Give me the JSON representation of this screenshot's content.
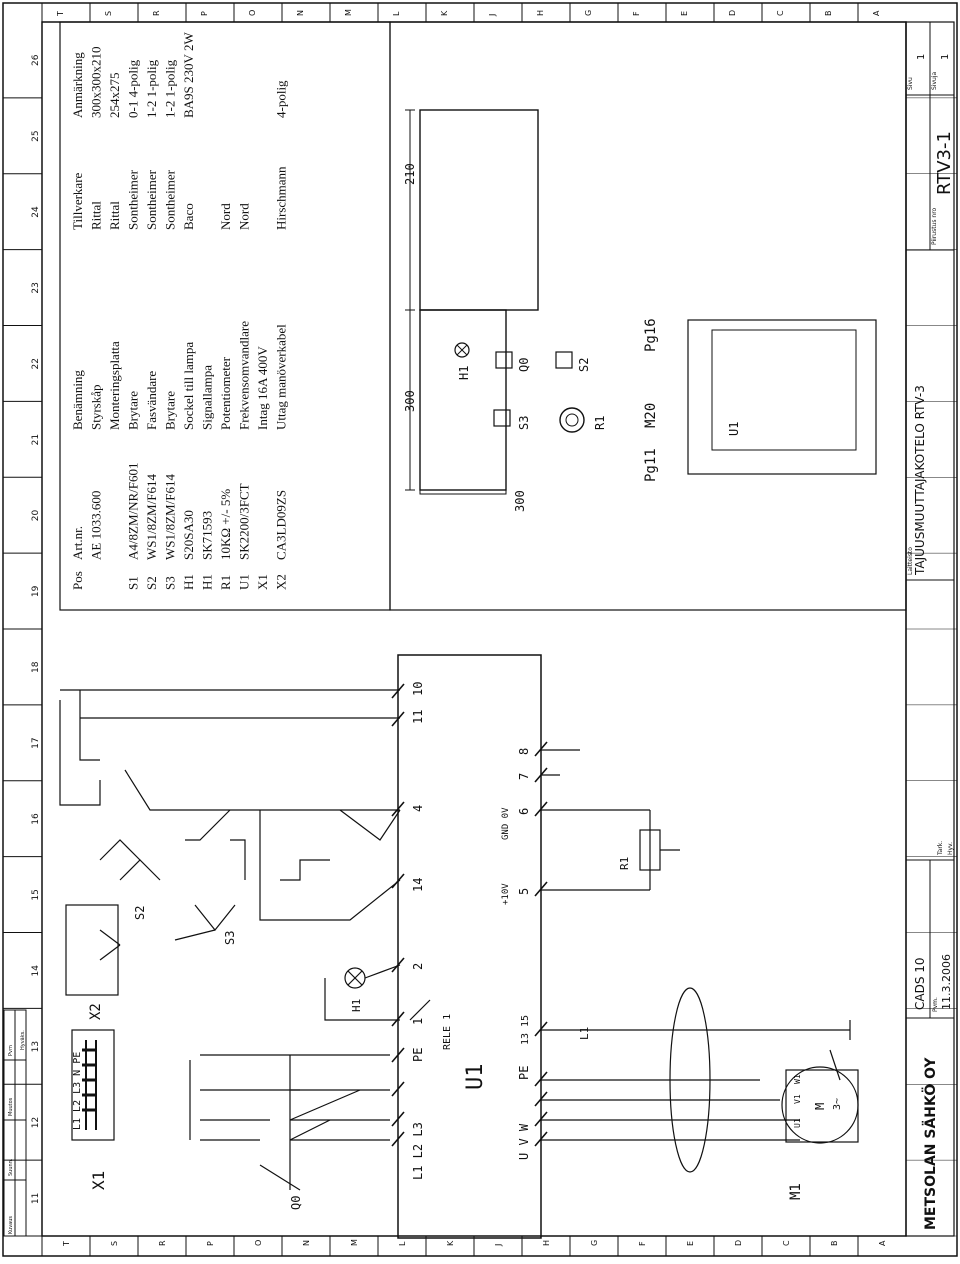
{
  "title_block": {
    "company": "METSOLAN SÄHKÖ OY",
    "software": "CADS 10",
    "date_label": "Pvm.",
    "date": "11.3.2006",
    "project_label": "Laitteisto",
    "project": "TAJUUSMUUTTAJAKOTELO RTV-3",
    "drawing_no_label": "Piirustus nro",
    "drawing_no": "RTV3-1",
    "sheet_label": "Sivu",
    "sheet_value": "1",
    "sheets_label": "Sivuja",
    "sheets_value": "1",
    "small_labels": [
      "Tark.",
      "Hyv.",
      "Kuvaus",
      "Suunn.",
      "Muutos",
      "Pvm",
      "Hyväks."
    ]
  },
  "border": {
    "columns": [
      "11",
      "12",
      "13",
      "14",
      "15",
      "16",
      "17",
      "18",
      "19",
      "20",
      "21",
      "22",
      "23",
      "24",
      "25",
      "26"
    ],
    "rows": [
      "T",
      "S",
      "R",
      "P",
      "O",
      "N",
      "M",
      "L",
      "K",
      "J",
      "H",
      "G",
      "F",
      "E",
      "D",
      "C",
      "B",
      "A"
    ]
  },
  "parts_list": {
    "headers": [
      "Pos",
      "Art.nr.",
      "Benämning",
      "Tillverkare",
      "Anmärkning"
    ],
    "rows": [
      {
        "pos": "",
        "art": "AE 1033.600",
        "name": "Styrskåp",
        "maker": "Rittal",
        "note": "300x300x210"
      },
      {
        "pos": "",
        "art": "",
        "name": "Monteringsplatta",
        "maker": "Rittal",
        "note": "254x275"
      },
      {
        "pos": "S1",
        "art": "A4/8ZM/NR/F601",
        "name": "Brytare",
        "maker": "Sontheimer",
        "note": "0-1 4-polig"
      },
      {
        "pos": "S2",
        "art": "WS1/8ZM/F614",
        "name": "Fasvändare",
        "maker": "Sontheimer",
        "note": "1-2 1-polig"
      },
      {
        "pos": "S3",
        "art": "WS1/8ZM/F614",
        "name": "Brytare",
        "maker": "Sontheimer",
        "note": "1-2 1-polig"
      },
      {
        "pos": "H1",
        "art": "S20SA30",
        "name": "Sockel till lampa",
        "maker": "Baco",
        "note": "BA9S 230V 2W"
      },
      {
        "pos": "H1",
        "art": "SK71593",
        "name": "Signallampa",
        "maker": "",
        "note": ""
      },
      {
        "pos": "R1",
        "art": "10KΩ +/- 5%",
        "name": "Potentiometer",
        "maker": "Nord",
        "note": ""
      },
      {
        "pos": "U1",
        "art": "SK2200/3FCT",
        "name": "Frekvensomvandlare",
        "maker": "Nord",
        "note": ""
      },
      {
        "pos": "X1",
        "art": "",
        "name": "Intag 16A 400V",
        "maker": "",
        "note": ""
      },
      {
        "pos": "X2",
        "art": "CA3LD09ZS",
        "name": "Uttag manöverkabel",
        "maker": "Hirschmann",
        "note": "4-polig"
      }
    ]
  },
  "layout": {
    "dim_width": "300",
    "dim_height": "300",
    "dim_depth": "210",
    "front_labels": [
      "H1",
      "Q0",
      "S2",
      "S3",
      "R1"
    ],
    "glands": [
      "Pg11",
      "M20",
      "Pg16"
    ],
    "inner_label": "U1"
  },
  "schematic": {
    "labels": {
      "x1": "X1",
      "x2": "X2",
      "s2": "S2",
      "s3": "S3",
      "q0": "Q0",
      "h1": "H1",
      "u1": "U1",
      "m1": "M1",
      "m": "M",
      "m3": "3~",
      "rele": "RELE 1",
      "x1_pins": "L1 L2 L3 N PE",
      "u1_power": "L1 L2 L3",
      "u1_pe": "PE",
      "u1_out": "U V W",
      "u1_pe2": "PE",
      "u1_13": "13",
      "u1_15": "15",
      "term_10": "10",
      "term_11": "11",
      "term_4": "4",
      "term_14": "14",
      "term_2": "2",
      "term_1": "1",
      "term_5": "5",
      "term_6": "6",
      "term_7": "7",
      "term_8": "8",
      "sig_gnd": "GND 0V",
      "sig_10v": "+10V",
      "r1": "R1",
      "mot_u1": "U1",
      "mot_v1": "V1",
      "mot_w1": "W1",
      "l1": "L1"
    }
  }
}
